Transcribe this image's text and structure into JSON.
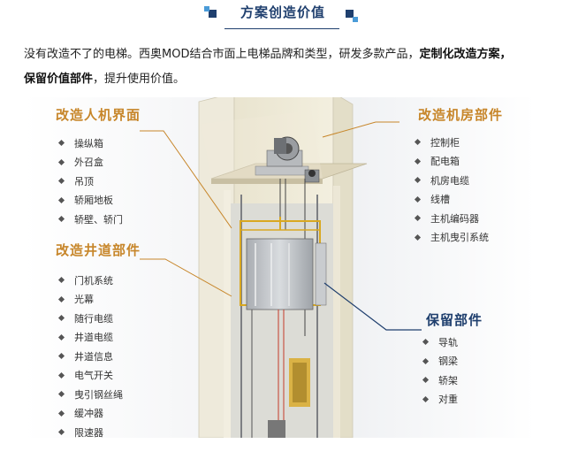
{
  "header": {
    "title": "方案创造价值"
  },
  "intro": {
    "part1": "没有改造不了的电梯。西奥MOD结合市面上电梯品牌和类型，研发多款产品，",
    "bold1": "定制化改造方案，",
    "bold2": "保留价值部件",
    "part2": "，提升使用价值。"
  },
  "diagram": {
    "groups": [
      {
        "title": "改造人机界面",
        "items": [
          "操纵箱",
          "外召盒",
          "吊顶",
          "轿厢地板",
          "轿壁、轿门"
        ]
      },
      {
        "title": "改造井道部件",
        "items": [
          "门机系统",
          "光幕",
          "随行电缆",
          "井道电缆",
          "井道信息",
          "电气开关",
          "曳引钢丝绳",
          "缓冲器",
          "限速器"
        ]
      },
      {
        "title": "改造机房部件",
        "items": [
          "控制柜",
          "配电箱",
          "机房电缆",
          "线槽",
          "主机编码器",
          "主机曳引系统"
        ]
      },
      {
        "title": "保留部件",
        "items": [
          "导轨",
          "钢梁",
          "轿架",
          "对重"
        ]
      }
    ]
  },
  "colors": {
    "accent": "#c7862a",
    "navy": "#1f3f6e"
  }
}
